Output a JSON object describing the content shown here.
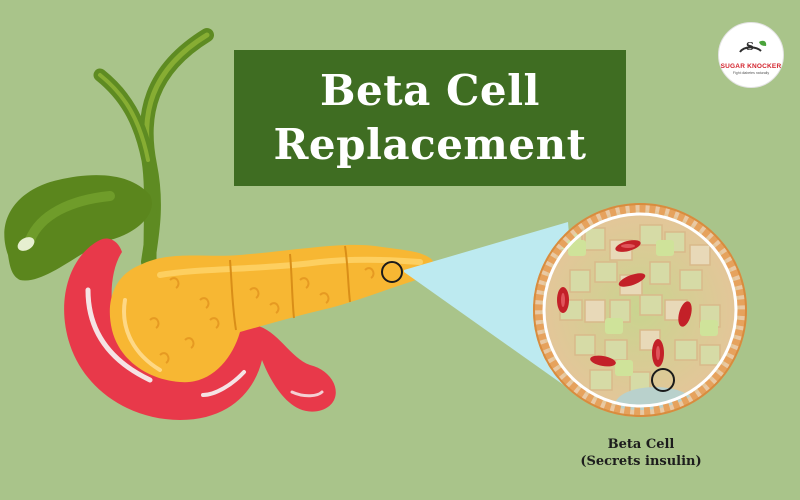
{
  "title": {
    "line1": "Beta Cell",
    "line2": "Replacement"
  },
  "logo": {
    "brand": "SUGAR KNOCKER",
    "tagline": "Fight diabetes naturally"
  },
  "caption": {
    "label": "Beta Cell",
    "note": "(Secrets insulin)"
  },
  "colors": {
    "background": "#a9c48a",
    "title_box": "#3f6d22",
    "pancreas": "#f7b733",
    "duodenum": "#e8394a",
    "gallbladder": "#5f8c1e",
    "magnifier_beam": "#bdeaf0"
  },
  "icons": [
    "gallbladder-icon",
    "pancreas-icon",
    "duodenum-icon",
    "magnified-tissue-icon",
    "beta-cell-marker-icon"
  ]
}
